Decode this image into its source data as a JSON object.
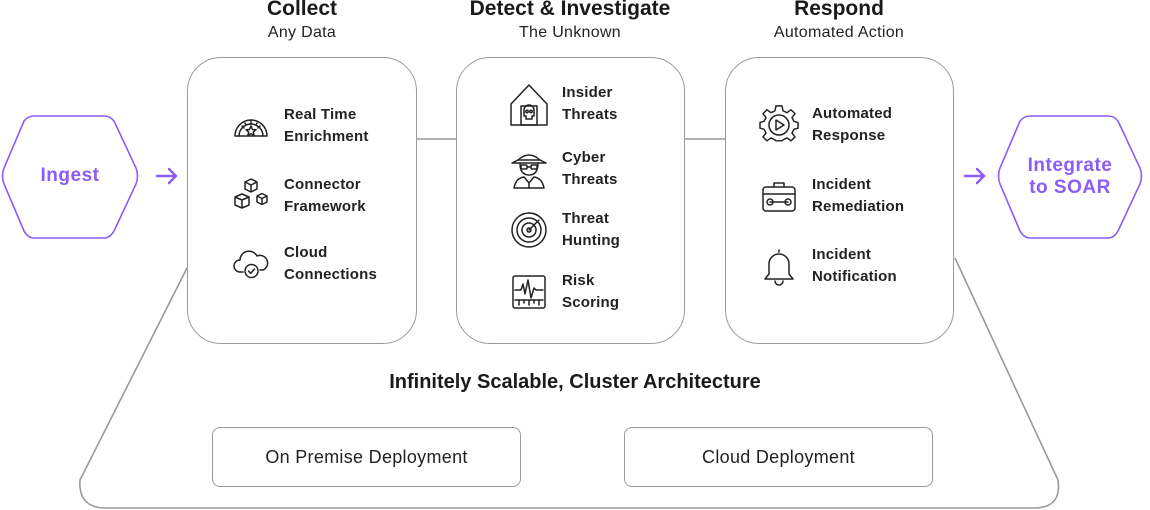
{
  "colors": {
    "accent": "#8b5cf6",
    "border": "#9a9a9a",
    "text": "#1a1a1a"
  },
  "ingest": {
    "label": "Ingest"
  },
  "integrate": {
    "line1": "Integrate",
    "line2": "to SOAR"
  },
  "columns": [
    {
      "title": "Collect",
      "subtitle": "Any Data",
      "items": [
        {
          "icon": "gauge-icon",
          "line1": "Real Time",
          "line2": "Enrichment"
        },
        {
          "icon": "cubes-icon",
          "line1": "Connector",
          "line2": "Framework"
        },
        {
          "icon": "cloud-check-icon",
          "line1": "Cloud",
          "line2": "Connections"
        }
      ]
    },
    {
      "title": "Detect & Investigate",
      "subtitle": "The Unknown",
      "items": [
        {
          "icon": "house-skull-icon",
          "line1": "Insider",
          "line2": "Threats"
        },
        {
          "icon": "spy-icon",
          "line1": "Cyber",
          "line2": "Threats"
        },
        {
          "icon": "radar-icon",
          "line1": "Threat",
          "line2": "Hunting"
        },
        {
          "icon": "waveform-icon",
          "line1": "Risk",
          "line2": "Scoring"
        }
      ]
    },
    {
      "title": "Respond",
      "subtitle": "Automated Action",
      "items": [
        {
          "icon": "gear-play-icon",
          "line1": "Automated",
          "line2": "Response"
        },
        {
          "icon": "toolbox-icon",
          "line1": "Incident",
          "line2": "Remediation"
        },
        {
          "icon": "bell-icon",
          "line1": "Incident",
          "line2": "Notification"
        }
      ]
    }
  ],
  "architecture": {
    "title": "Infinitely Scalable, Cluster Architecture"
  },
  "deployments": [
    {
      "label": "On Premise Deployment"
    },
    {
      "label": "Cloud Deployment"
    }
  ]
}
